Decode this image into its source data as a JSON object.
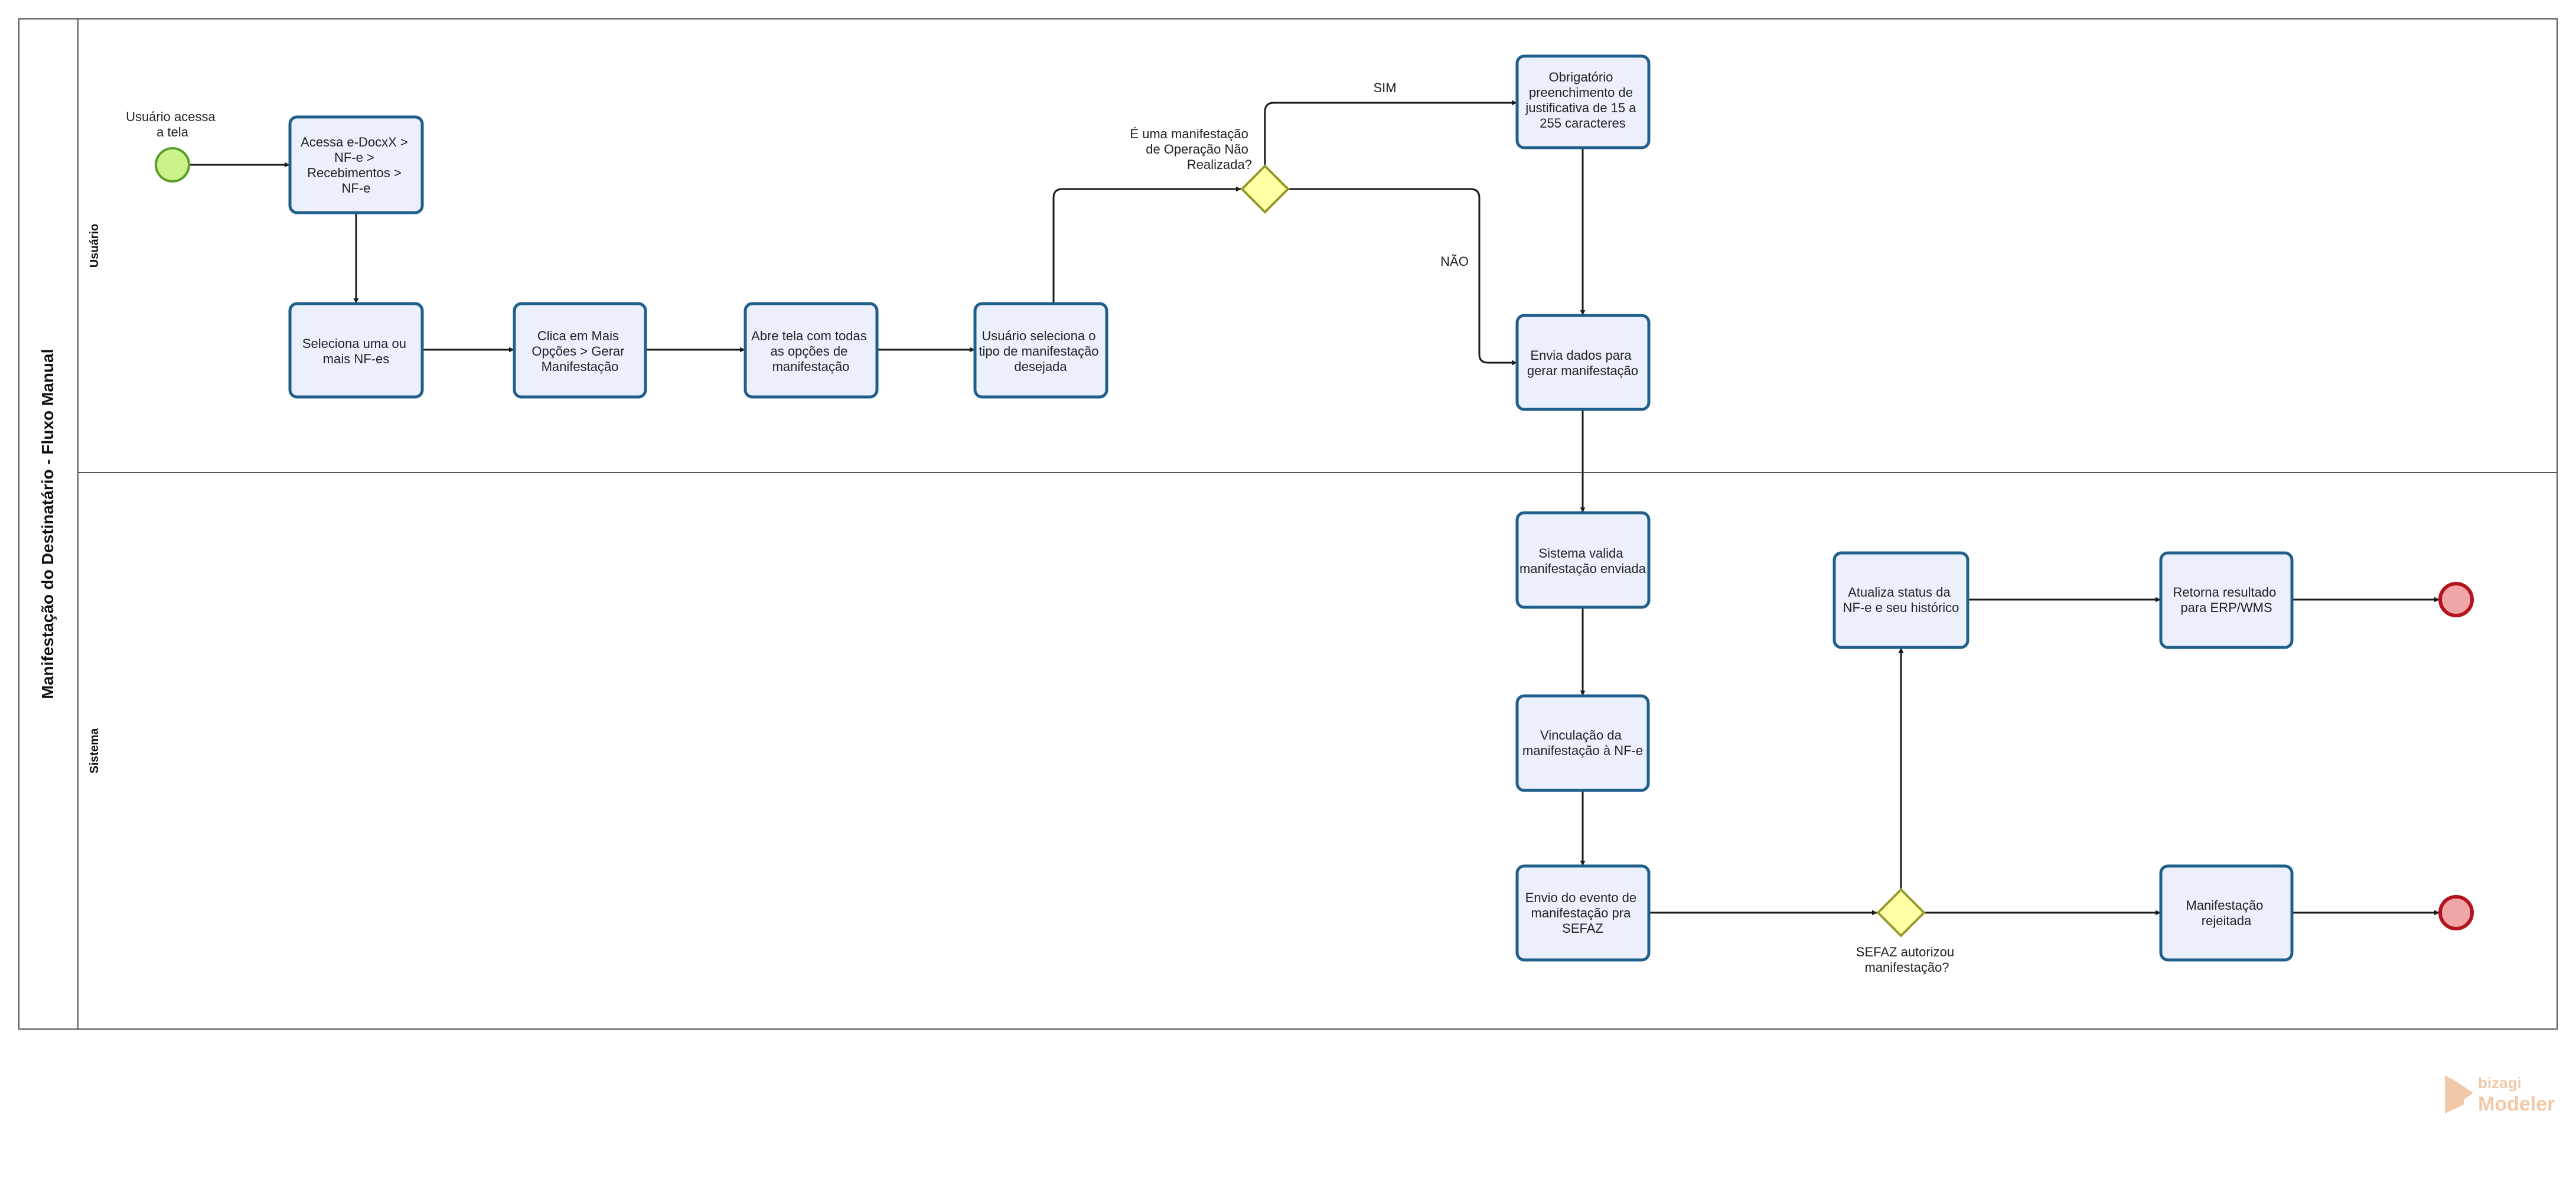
{
  "pool": {
    "title": "Manifestação do Destinatário - Fluxo Manual"
  },
  "lanes": {
    "usuario": "Usuário",
    "sistema": "Sistema"
  },
  "start_event": {
    "label": [
      "Usuário acessa",
      "a tela"
    ]
  },
  "tasks": {
    "acessa": [
      "Acessa e-DocxX >",
      "NF-e >",
      "Recebimentos >",
      "NF-e"
    ],
    "seleciona": [
      "Seleciona uma ou",
      "mais NF-es"
    ],
    "clica": [
      "Clica em Mais",
      "Opções > Gerar",
      "Manifestação"
    ],
    "abre": [
      "Abre tela com todas",
      "as opções de",
      "manifestação"
    ],
    "tipo": [
      "Usuário seleciona o",
      "tipo de manifestação",
      "desejada"
    ],
    "obrigatorio": [
      "Obrigatório",
      "preenchimento de",
      "justificativa de 15 a",
      "255 caracteres"
    ],
    "envia": [
      "Envia dados para",
      "gerar manifestação"
    ],
    "valida": [
      "Sistema valida",
      "manifestação enviada"
    ],
    "vinculacao": [
      "Vinculação da",
      "manifestação à NF-e"
    ],
    "envio": [
      "Envio do evento de",
      "manifestação pra",
      "SEFAZ"
    ],
    "atualiza": [
      "Atualiza status da",
      "NF-e e seu histórico"
    ],
    "retorna": [
      "Retorna resultado",
      "para ERP/WMS"
    ],
    "rejeitada": [
      "Manifestação",
      "rejeitada"
    ]
  },
  "gateways": {
    "operacao": [
      "É uma manifestação",
      "de Operação Não",
      "Realizada?"
    ],
    "sefaz": [
      "SEFAZ autorizou",
      "manifestação?"
    ]
  },
  "flow_labels": {
    "sim": "SIM",
    "nao": "NÃO"
  },
  "watermark": {
    "brand": "bizagi",
    "product": "Modeler"
  },
  "colors": {
    "task_fill": "#ecf0fd",
    "task_stroke": "#1f5f8b",
    "start_fill": "#ccf28a",
    "start_stroke": "#5a9e2a",
    "end_fill": "#f0a6a6",
    "end_stroke": "#b3131b",
    "gateway_fill": "#ffffa6",
    "gateway_stroke": "#9a9a2a"
  }
}
